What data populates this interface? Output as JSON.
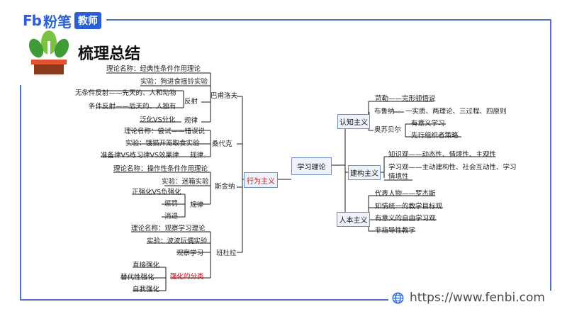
{
  "brand": {
    "logo_fb": "Fb",
    "logo_fenbi": "粉笔",
    "logo_badge": "教师"
  },
  "slide": {
    "title": "梳理总结"
  },
  "mindmap": {
    "root": "学习理论",
    "behaviorism": {
      "label": "行为主义",
      "pavlov": {
        "label": "巴甫洛夫",
        "theory": "理论名称：经典性条件作用理论",
        "experiment": "实验：狗进食摇铃实验",
        "reflex": "反射",
        "unconditioned": "无条件反射——先天的、人和动物",
        "conditioned": "条件反射——后天的、人独有",
        "law": "规律",
        "law_item": "泛化VS分化"
      },
      "thorndike": {
        "label": "桑代克",
        "theory": "理论名称：尝试——错误说",
        "experiment": "实验：饿猫开笼取食实验",
        "law": "规律",
        "law_item": "准备律VS练习律VS效果律"
      },
      "skinner": {
        "label": "斯金纳",
        "theory": "理论名称：操作性条件作用理论",
        "experiment": "实验：迷箱实验",
        "law": "规律",
        "items": [
          "正强化VS负强化",
          "惩罚",
          "消退"
        ]
      },
      "bandura": {
        "label": "班杜拉",
        "theory": "理论名称：观察学习理论",
        "experiment": "实验：波波玩偶实验",
        "observe": "观察学习",
        "reinforce": "强化的分类",
        "reinforce_items": [
          "直接强化",
          "替代性强化",
          "自我强化"
        ]
      }
    },
    "cognitivism": {
      "label": "认知主义",
      "gestalt": "苛勒——完形顿悟说",
      "bruner": "布鲁纳",
      "bruner_detail": "一实质、两理论、三过程、四原则",
      "ausubel": "奥苏贝尔",
      "ausubel_items": [
        "有意义学习",
        "先行组织者策略"
      ]
    },
    "constructivism": {
      "label": "建构主义",
      "knowledge": "知识观——动态性、情境性、主观性",
      "learning_line1": "学习观——主动建构性、社会互动性、学习",
      "learning_line2": "情境性"
    },
    "humanism": {
      "label": "人本主义",
      "items": [
        "代表人物——罗杰斯",
        "知情统一的教学目标观",
        "有意义的自由学习观",
        "非指导性教学"
      ]
    }
  },
  "footer": {
    "url": "https://www.fenbi.com"
  },
  "colors": {
    "frame": "#4e73c8",
    "brand": "#2a5fd6",
    "accent_red": "#c4161c",
    "node_fill": "#eef3fb"
  }
}
